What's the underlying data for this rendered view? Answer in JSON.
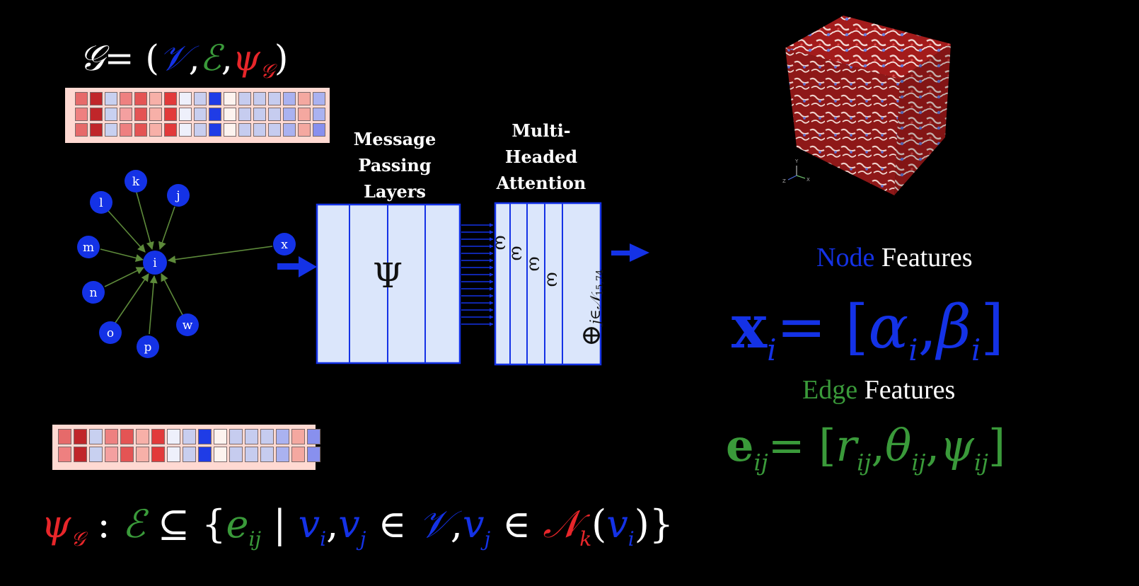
{
  "graph_def": {
    "G": "𝒢",
    "eq": "= (",
    "V": "𝒱",
    "comma1": ",",
    "E": "ℰ",
    "comma2": ",",
    "psi": "ψ",
    "psi_sub": "𝒢",
    "close": ")"
  },
  "graph": {
    "center": "i",
    "neighbors": [
      "k",
      "j",
      "l",
      "m",
      "n",
      "o",
      "p",
      "w",
      "x"
    ]
  },
  "message_passing": {
    "label_lines": [
      "Message",
      "Passing",
      "Layers"
    ],
    "symbol": "Ψ"
  },
  "attention": {
    "label_lines": [
      "Multi-",
      "Headed",
      "Attention"
    ],
    "omega": "ω",
    "aggregate": "⊕",
    "aggregate_sub": "j∈𝒩",
    "aggregate_subsub": "15,74"
  },
  "node_features": {
    "title_word": "Node",
    "title_rest": "Features",
    "lhs": "x",
    "lhs_sub": "i",
    "rhs_open": "= [",
    "a": "α",
    "a_sub": "i",
    "sep": ",",
    "b": "β",
    "b_sub": "i",
    "rhs_close": "]"
  },
  "edge_features": {
    "title_word": "Edge",
    "title_rest": "Features",
    "lhs": "e",
    "lhs_sub": "ij",
    "rhs_open": "= [",
    "r": "r",
    "r_sub": "ij",
    "sep1": ",",
    "theta": "θ",
    "theta_sub": "ij",
    "sep2": ",",
    "psi": "ψ",
    "psi_sub": "ij",
    "rhs_close": "]"
  },
  "edge_def": {
    "psi": "ψ",
    "psi_sub": "𝒢",
    "colon": " : ",
    "E": "ℰ",
    "subset": " ⊆ {",
    "e": "e",
    "e_sub": "ij",
    "bar": " | ",
    "vi": "v",
    "vi_sub": "i",
    "comma": ",",
    "vj": "v",
    "vj_sub": "j",
    "in1": " ∈ ",
    "V": "𝒱",
    "comma2": ",",
    "vj2": "v",
    "vj2_sub": "j",
    "in2": " ∈ ",
    "N": "𝒩",
    "N_sub": "k",
    "paren_open": "(",
    "vi2": "v",
    "vi2_sub": "i",
    "paren_close": ")}"
  },
  "cube": {
    "axis_labels": [
      "Y",
      "Z",
      "X"
    ]
  },
  "colors": {
    "node_blue": "#1432e6",
    "edge_green": "#3a9a3a",
    "graph_red": "#e8262a",
    "layer_fill": "#dbe6fb",
    "layer_stroke": "#1432e6"
  },
  "heatmap_top": {
    "rows": [
      [
        "#e66a6a",
        "#c0262a",
        "#c8d0f0",
        "#ee8080",
        "#e45454",
        "#f7b0a8",
        "#e23a3a",
        "#eef0fb",
        "#c8ceef",
        "#1f3ce6",
        "#fdf3ef",
        "#c6ccef",
        "#c6ccef",
        "#c6ccef",
        "#aab2f0",
        "#f4a8a0",
        "#aab2f0"
      ],
      [
        "#ee8080",
        "#c0262a",
        "#c8d0f0",
        "#f4a0a0",
        "#e45454",
        "#f7b0a8",
        "#e23a3a",
        "#eef0fb",
        "#c8ceef",
        "#1f3ce6",
        "#fdf3ef",
        "#c6ccef",
        "#c6ccef",
        "#c6ccef",
        "#aab2f0",
        "#f4a8a0",
        "#aab2f0"
      ],
      [
        "#e66a6a",
        "#c0262a",
        "#c8d0f0",
        "#ee8080",
        "#e45454",
        "#f7b0a8",
        "#e23a3a",
        "#eef0fb",
        "#c8ceef",
        "#1f3ce6",
        "#fdf3ef",
        "#c6ccef",
        "#c6ccef",
        "#c6ccef",
        "#aab2f0",
        "#f4a8a0",
        "#8890ee"
      ]
    ]
  },
  "heatmap_bottom": {
    "rows": [
      [
        "#e66a6a",
        "#c0262a",
        "#c8d0f0",
        "#ee8080",
        "#e45454",
        "#f7b0a8",
        "#e23a3a",
        "#eef0fb",
        "#c8ceef",
        "#1f3ce6",
        "#fdf3ef",
        "#c6ccef",
        "#c6ccef",
        "#c6ccef",
        "#aab2f0",
        "#f4a8a0",
        "#8890ee"
      ],
      [
        "#ee8080",
        "#c0262a",
        "#c8d0f0",
        "#f4a0a0",
        "#e45454",
        "#f7b0a8",
        "#e23a3a",
        "#eef0fb",
        "#c8ceef",
        "#1f3ce6",
        "#fdf3ef",
        "#c6ccef",
        "#c6ccef",
        "#c6ccef",
        "#aab2f0",
        "#f4a8a0",
        "#8890ee"
      ]
    ]
  }
}
